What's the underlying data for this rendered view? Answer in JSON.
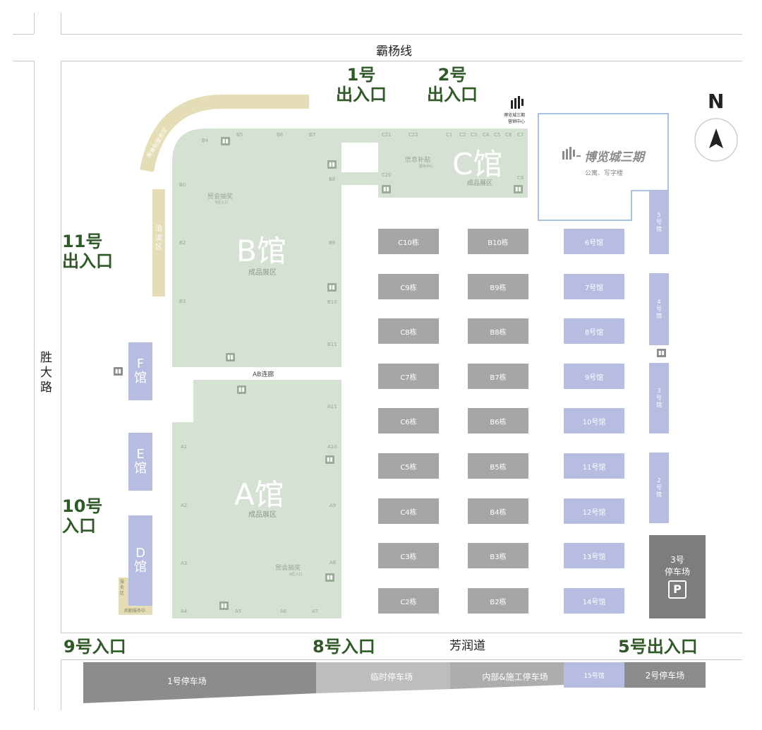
{
  "roads": {
    "north": "霸杨线",
    "west": "胜大路",
    "south": "芳润道"
  },
  "entrances": {
    "e1": [
      "1号",
      "出入口"
    ],
    "e2": [
      "2号",
      "出入口"
    ],
    "e11": [
      "11号",
      "出入口"
    ],
    "e10": [
      "10号",
      "入口"
    ],
    "e9": "9号入口",
    "e8": "8号入口",
    "e5": "5号出入口"
  },
  "compass": "N",
  "halls": {
    "B": {
      "name": "B馆",
      "sub": "成品展区",
      "seat": "贸会抽奖",
      "seat_sub": "B区入口"
    },
    "A": {
      "name": "A馆",
      "sub": "成品展区",
      "seat": "贸会抽奖",
      "seat_sub": "A区入口"
    },
    "C": {
      "name": "C馆",
      "sub": "成品展区",
      "seat": "信息补贴",
      "seat_sub": "服务中心"
    },
    "connector": "AB连廊",
    "F": [
      "F",
      "馆"
    ],
    "E": [
      "E",
      "馆"
    ],
    "D": [
      "D",
      "馆"
    ]
  },
  "gates": {
    "B": [
      "B4",
      "B5",
      "B6",
      "B7",
      "B0",
      "B2",
      "B3",
      "B9",
      "B10",
      "B11",
      "B8"
    ],
    "A": [
      "A1",
      "A2",
      "A3",
      "A4",
      "A5",
      "A6",
      "A7",
      "A8",
      "A9",
      "A10",
      "A11"
    ],
    "C": [
      "C21",
      "C22",
      "C1",
      "C2",
      "C3",
      "C4",
      "C5",
      "C7",
      "C20",
      "C6",
      "C8"
    ]
  },
  "sales_center": {
    "name": "博览城三期",
    "sub": "营销中心"
  },
  "phase3": {
    "title": "博览城三期",
    "sub": "公寓、写字楼"
  },
  "zones": {
    "arc": "美食街服务区",
    "meeting": [
      "洽",
      "谈",
      "区"
    ],
    "service": "服务区",
    "service_bar": "后勤服务中"
  },
  "c_column": [
    "C10栋",
    "C9栋",
    "C8栋",
    "C7栋",
    "C6栋",
    "C5栋",
    "C4栋",
    "C3栋",
    "C2栋"
  ],
  "b_column": [
    "B10栋",
    "B9栋",
    "B8栋",
    "B7栋",
    "B6栋",
    "B5栋",
    "B4栋",
    "B3栋",
    "B2栋"
  ],
  "num_column": [
    "6号馆",
    "7号馆",
    "8号馆",
    "9号馆",
    "10号馆",
    "11号馆",
    "12号馆",
    "13号馆",
    "14号馆"
  ],
  "east_halls": [
    [
      "5",
      "号",
      "馆"
    ],
    [
      "4",
      "号",
      "馆"
    ],
    [
      "3",
      "号",
      "馆"
    ],
    [
      "2",
      "号",
      "馆"
    ]
  ],
  "parking3": {
    "line1": "3号",
    "line2": "停车场",
    "icon": "P"
  },
  "bottom": {
    "p1": "1号停车场",
    "temp": "临时停车场",
    "internal": "内部&施工停车场",
    "h15": "15号馆",
    "p2": "2号停车场"
  },
  "wc_icon": "restroom-icon",
  "colors": {
    "hall_green": "#d5e2d3",
    "entrance_text": "#2f5a27",
    "building_gray": "#a6a6a6",
    "building_lilac": "#b6bde0",
    "zone_tan": "#e4ddb6",
    "parking_dark": "#7d7d7d",
    "phase3_border": "#8aaedc"
  }
}
